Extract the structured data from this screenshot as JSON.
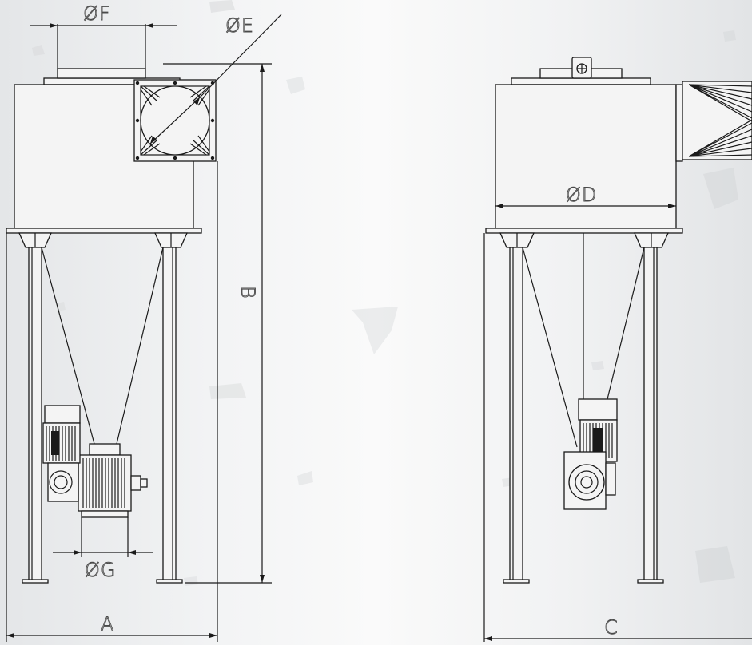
{
  "labels": {
    "dim_f": "ØF",
    "dim_e": "ØE",
    "dim_b": "B",
    "dim_d": "ØD",
    "dim_g": "ØG",
    "dim_a": "A",
    "dim_c": "C"
  },
  "colors": {
    "line": "#1a1a1a",
    "label_fill": "#ffffff",
    "label_stroke": "#4a4a4a",
    "background": "#f2f3f4"
  }
}
